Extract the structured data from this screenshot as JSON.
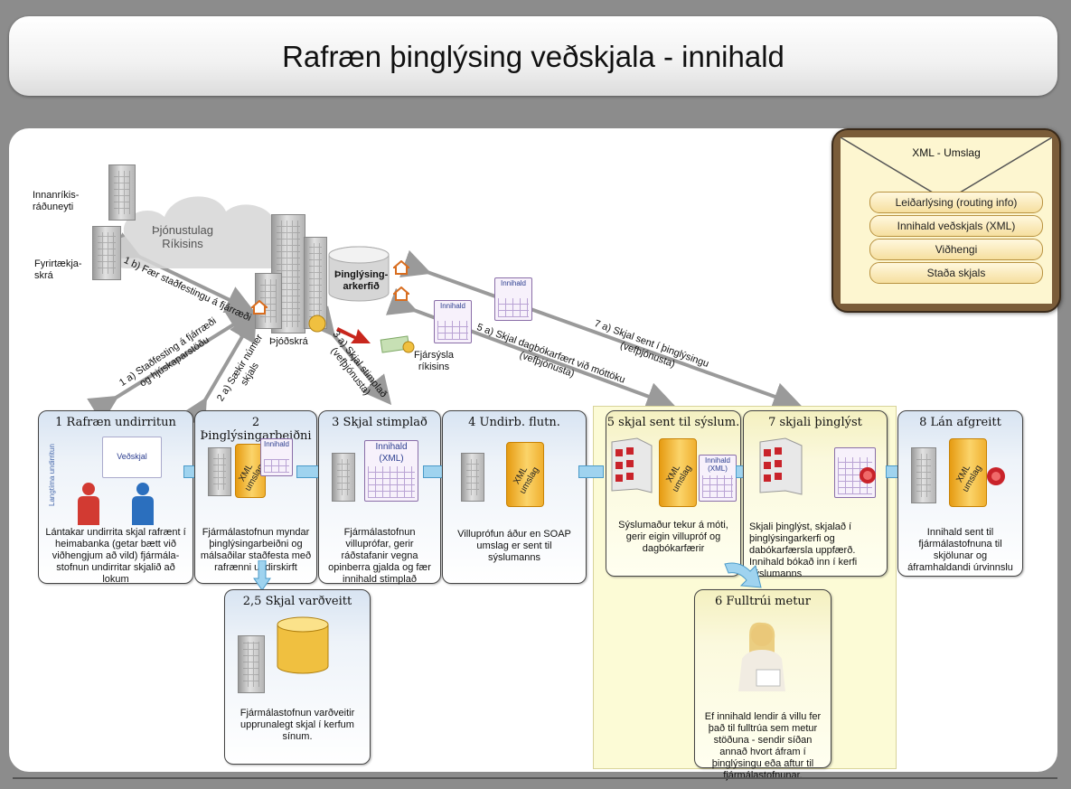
{
  "title": "Rafræn þinglýsing veðskjala - innihald",
  "cloud": {
    "line1": "Þjónustulag",
    "line2": "Ríkisins"
  },
  "entities": {
    "innanrikis": [
      "Innanríkis-",
      "ráðuneyti"
    ],
    "fyrirtaekja": [
      "Fyrirtækja-",
      "skrá"
    ],
    "thjodskra": "Þjóðskrá",
    "thinglysingar": [
      "Þinglýsing-",
      "arkerfið"
    ],
    "fjarsysla": [
      "Fjársýsla",
      "ríkisins"
    ]
  },
  "flows": {
    "f1b": "1 b) Fær staðfestingu á fjárræði",
    "f1a": [
      "1 a) Staðfesting á fjárræði",
      "og hjúskaparstöðu"
    ],
    "f2a": [
      "2 a) Sækir númer",
      "skjals"
    ],
    "f3a": [
      "3 a) Skjal stimplað",
      "(vefþjónusta)"
    ],
    "f5a": [
      "5 a) Skjal dagbókarfært við móttöku",
      "(vefþjónusta)"
    ],
    "f7a": [
      "7 a) Skjal sent í þinglýsingu",
      "(vefþjónusta)"
    ]
  },
  "steps": [
    {
      "title": "1 Rafræn undirritun",
      "desc": "Lántakar undirrita skjal rafrænt í heimabanka (getar bætt við viðhengjum að vild) fjármála-stofnun undirritar skjalið að lokum"
    },
    {
      "title": "2 Þinglýsingarbeiðni",
      "desc": "Fjármálastofnun myndar þinglýsingarbeiðni og málsaðilar staðfesta með rafrænni undirskirft"
    },
    {
      "title": "3 Skjal stimplað",
      "desc": "Fjármálastofnun villuprófar, gerir ráðstafanir vegna opinberra gjalda og fær innihald stimplað"
    },
    {
      "title": "4 Undirb. flutn.",
      "desc": "Villuprófun áður en SOAP umslag er sent til sýslumanns"
    },
    {
      "title": "5 skjal sent til sýslum.",
      "desc": "Sýslumaður tekur á móti, gerir eigin villupróf og dagbókarfærir"
    },
    {
      "title": "7 skjali þinglýst",
      "desc": "Skjali þinglýst, skjalað í þinglýsingarkerfi og dabókarfærsla uppfærð. Innihald bókað inn í kerfi sýslumanns"
    },
    {
      "title": "8 Lán afgreitt",
      "desc": "Innihald sent til fjármálastofnuna til skjölunar og áframhaldandi úrvinnslu"
    },
    {
      "title": "2,5 Skjal varðveitt",
      "desc": "Fjármálastofnun varðveitir upprunalegt skjal í kerfum sínum."
    },
    {
      "title": "6 Fulltrúi metur",
      "desc": "Ef innihald lendir á villu fer það til fulltrúa sem metur stöðuna - sendir síðan annað hvort áfram í þinglýsingu eða aftur til fjármálastofnunar."
    }
  ],
  "labels": {
    "vedskjal": "Veðskjal",
    "langtima": "Langtíma undirritun",
    "innihald": "Innihald",
    "xml": "(XML)",
    "xml_umslag": "XML umslag"
  },
  "xml_envelope": {
    "title": "XML - Umslag",
    "items": [
      "Leiðarlýsing (routing info)",
      "Innihald veðskjals (XML)",
      "Viðhengi",
      "Staða skjals"
    ]
  }
}
